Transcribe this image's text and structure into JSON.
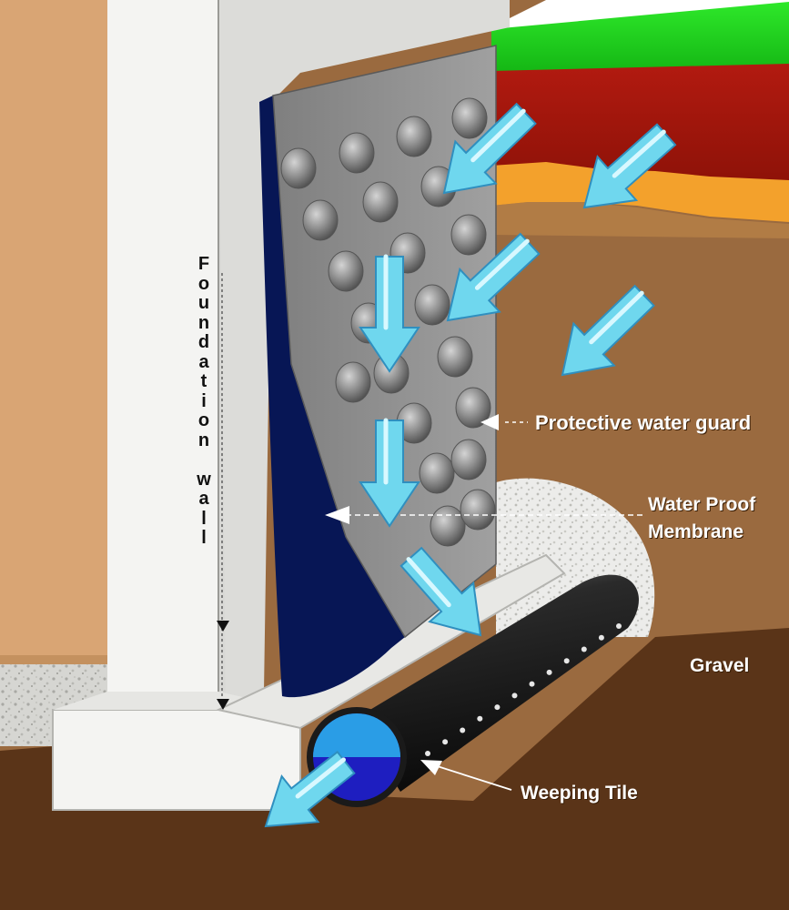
{
  "labels": {
    "protective_water_guard": "Protective water guard",
    "water_proof_membrane_line1": "Water Proof",
    "water_proof_membrane_line2": "Membrane",
    "gravel": "Gravel",
    "weeping_tile": "Weeping Tile",
    "foundation_wall": "Foundation wall"
  },
  "colors": {
    "interior_wall": "#d9a574",
    "foundation_concrete": "#f4f4f2",
    "grass": "#22d11f",
    "red_soil": "#a5150c",
    "orange_soil": "#f3a12c",
    "brown_soil": "#9a6a3f",
    "dark_soil": "#5a3418",
    "membrane": "#071655",
    "water_guard": "#8c8c8c",
    "drain_pipe": "#1c1c1c",
    "water_arrow": "#6fd7ee"
  }
}
